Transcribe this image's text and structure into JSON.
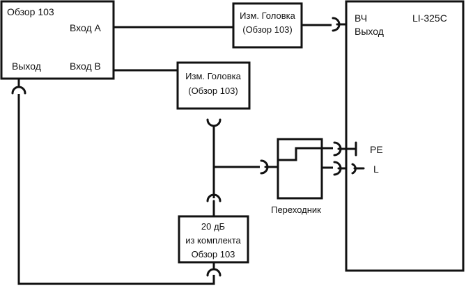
{
  "analyzer": {
    "title": "Обзор 103",
    "input_a": "Вход A",
    "input_b": "Вход B",
    "output": "Выход"
  },
  "head_a": {
    "line1": "Изм. Головка",
    "line2": "(Обзор 103)"
  },
  "head_b": {
    "line1": "Изм. Головка",
    "line2": "(Обзор 103)"
  },
  "device": {
    "model": "LI-325C",
    "rf_line1": "ВЧ",
    "rf_line2": "Выход",
    "pe": "PE",
    "l": "L"
  },
  "adapter": {
    "label": "Переходник"
  },
  "attenuator": {
    "line1": "20 дБ",
    "line2": "из комплекта",
    "line3": "Обзор 103"
  }
}
